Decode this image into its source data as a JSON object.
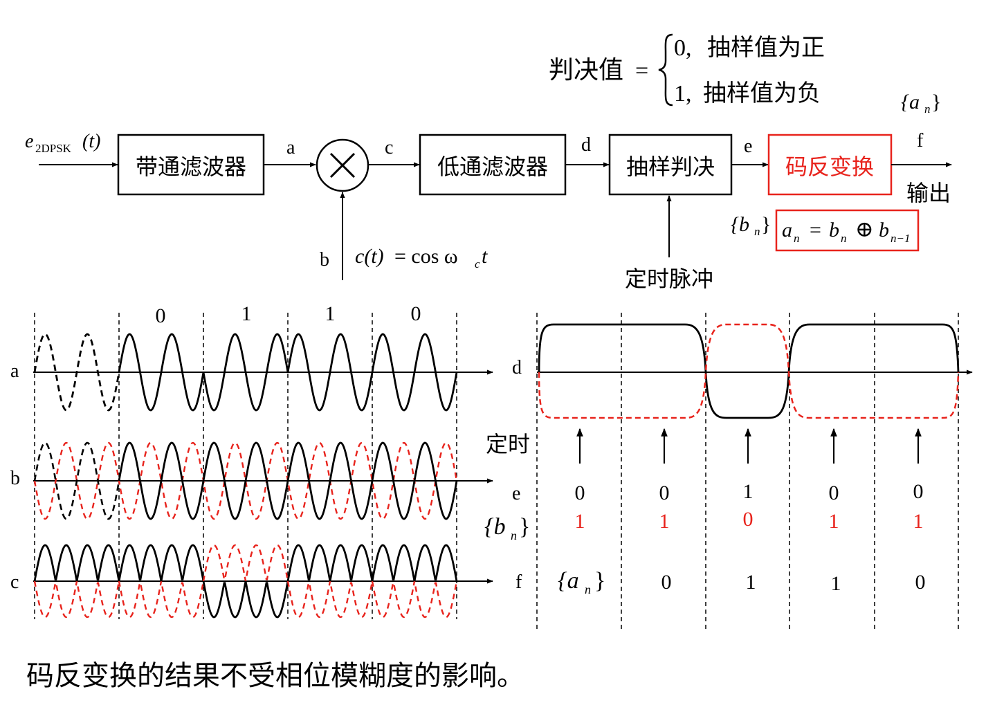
{
  "colors": {
    "ink": "#000000",
    "red": "#e8231c"
  },
  "decision": {
    "lhs": "判决值",
    "eq": "=",
    "case0_value": "0,",
    "case0_text": "抽样值为正",
    "case1_value": "1,",
    "case1_text": "抽样值为负"
  },
  "blocks": {
    "input_signal_e": "e",
    "input_signal_sub": "2DPSK",
    "input_signal_arg": "(t)",
    "bpf": "带通滤波器",
    "mixer_symbol": "×",
    "lpf": "低通滤波器",
    "sampler": "抽样判决",
    "inverse": "码反变换",
    "output": "输出",
    "timing": "定时脉冲",
    "carrier_lhs": "c(t)",
    "carrier_rhs": "= cos ω",
    "carrier_sub": "c",
    "carrier_t": "t",
    "formula_a": "a",
    "formula_n": "n",
    "formula_eq": "=",
    "formula_b": "b",
    "formula_xor": "⊕",
    "formula_n1": "n−1",
    "bn_set": "{b",
    "bn_sub": "n",
    "set_close": "}",
    "an_set": "{a",
    "an_sub": "n"
  },
  "nodes": {
    "a": "a",
    "b": "b",
    "c": "c",
    "d": "d",
    "e": "e",
    "f": "f"
  },
  "left_waveforms": {
    "bits": [
      "0",
      "1",
      "1",
      "0"
    ],
    "labels": [
      "a",
      "b",
      "c"
    ]
  },
  "right_panel": {
    "d_label": "d",
    "timing_label": "定时",
    "e_label": "e",
    "e_values": [
      "0",
      "0",
      "1",
      "0",
      "0"
    ],
    "bn_values": [
      "1",
      "1",
      "0",
      "1",
      "1"
    ],
    "f_label": "f",
    "f_values": [
      "0",
      "1",
      "1",
      "0"
    ]
  },
  "caption": "码反变换的结果不受相位模糊度的影响。"
}
